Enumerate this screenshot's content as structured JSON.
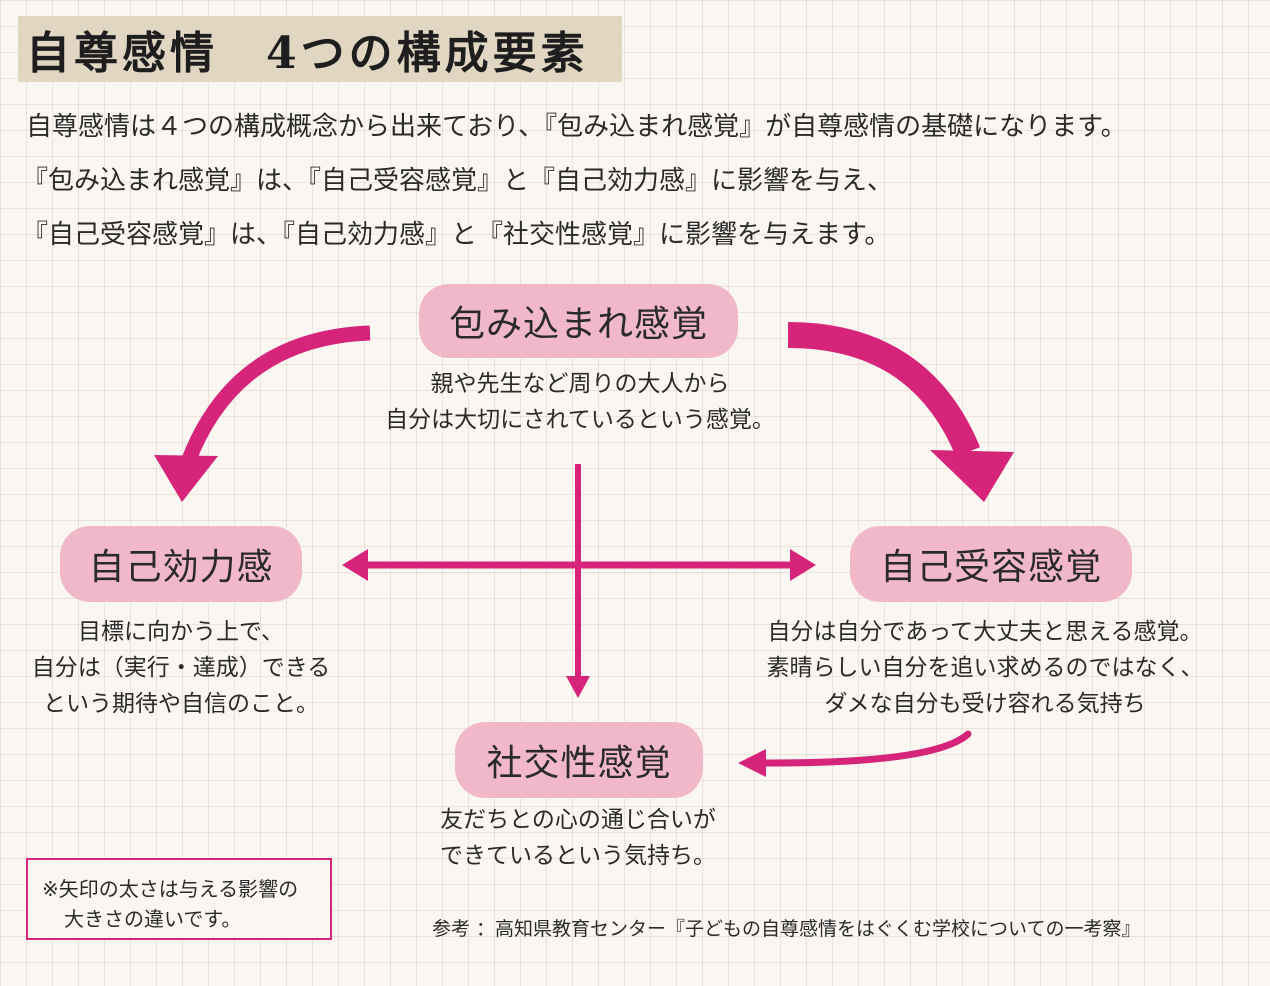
{
  "title": "自尊感情　4つの構成要素",
  "intro": [
    "自尊感情は４つの構成概念から出来ており、『包み込まれ感覚』が自尊感情の基礎になります。",
    "『包み込まれ感覚』は、『自己受容感覚』と『自己効力感』に影響を与え、",
    "『自己受容感覚』は、『自己効力感』と『社交性感覚』に影響を与えます。"
  ],
  "nodes": {
    "tsutsumi": {
      "label": "包み込まれ感覚",
      "desc": [
        "親や先生など周りの大人から",
        "自分は大切にされているという感覚。"
      ]
    },
    "kouryoku": {
      "label": "自己効力感",
      "desc": [
        "目標に向かう上で、",
        "自分は（実行・達成）できる",
        "という期待や自信のこと。"
      ]
    },
    "juyou": {
      "label": "自己受容感覚",
      "desc": [
        "自分は自分であって大丈夫と思える感覚。",
        "素晴らしい自分を追い求めるのではなく、",
        "ダメな自分も受け容れる気持ち"
      ]
    },
    "shakou": {
      "label": "社交性感覚",
      "desc": [
        "友だちとの心の通じ合いが",
        "できているという気持ち。"
      ]
    }
  },
  "note": [
    "※矢印の太さは与える影響の",
    "大きさの違いです。"
  ],
  "reference": "参考 ：高知県教育センター『子どもの自尊感情をはぐくむ学校についての一考察』",
  "colors": {
    "arrow": "#d6247a",
    "pill": "#f1b8ca",
    "title_bg": "#e0d6c2"
  }
}
